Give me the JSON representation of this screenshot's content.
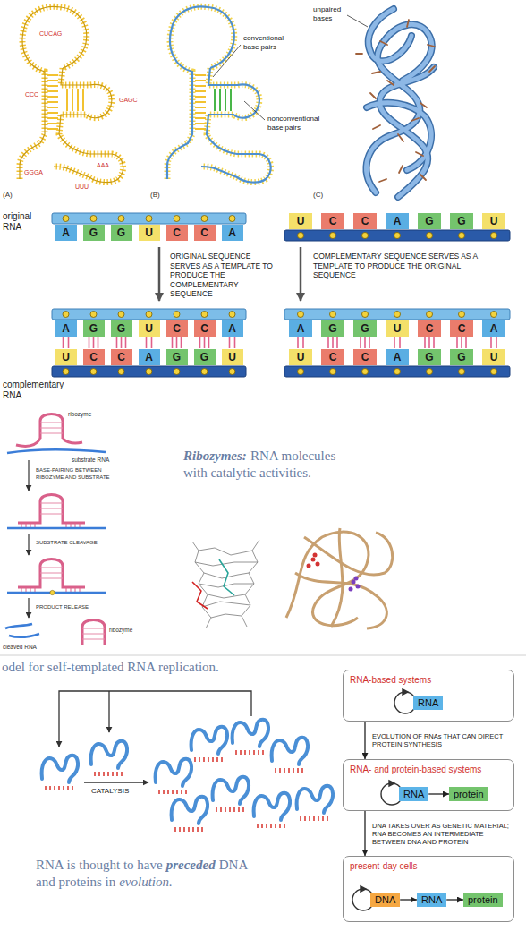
{
  "diagram": {
    "nodes": [
      {
        "text": [
          "RNA-based systems"
        ]
      },
      {
        "text": [
          "RNA"
        ],
        "in": 0
      },
      {
        "text": [
          "RNA- and protein-based systems"
        ]
      },
      {
        "text": [
          "RNA"
        ],
        "in": 2
      },
      {
        "text": [
          "protein"
        ],
        "in": 2
      },
      {
        "text": [
          "present-day cells"
        ]
      },
      {
        "text": [
          "DNA"
        ],
        "in": 5
      },
      {
        "text": [
          "RNA"
        ],
        "in": 5
      },
      {
        "text": [
          "protein"
        ],
        "in": 5
      }
    ],
    "edges": [
      {
        "from": 0,
        "to": 2,
        "arrow": "to",
        "label": "EVOLUTION OF RNAs THAT CAN DIRECT PROTEIN SYNTHESIS"
      },
      {
        "from": 2,
        "to": 5,
        "arrow": "to",
        "label": "DNA TAKES OVER AS GENETIC MATERIAL; RNA BECOMES AN INTERMEDIATE BETWEEN DNA AND PROTEIN"
      },
      {
        "from": 3,
        "to": 4,
        "arrow": "to"
      },
      {
        "from": 6,
        "to": 7,
        "arrow": "to"
      },
      {
        "from": 7,
        "to": 8,
        "arrow": "to"
      }
    ],
    "labels": [
      "(A)",
      "(B)",
      "(C)",
      "conventional base pairs",
      "nonconventional base pairs",
      "unpaired bases",
      "GGGA",
      "CCC",
      "UUU",
      "AAA",
      "CUCAG",
      "GAGC",
      "original RNA",
      "ORIGINAL SEQUENCE SERVES AS A TEMPLATE TO PRODUCE THE COMPLEMENTARY SEQUENCE",
      "COMPLEMENTARY SEQUENCE SERVES AS A TEMPLATE TO PRODUCE THE ORIGINAL SEQUENCE",
      "complementary RNA",
      "A",
      "G",
      "G",
      "U",
      "C",
      "C",
      "A",
      "U",
      "C",
      "C",
      "A",
      "G",
      "G",
      "U",
      "A",
      "G",
      "G",
      "U",
      "C",
      "C",
      "A",
      "U",
      "C",
      "C",
      "A",
      "G",
      "G",
      "U",
      "A",
      "G",
      "G",
      "U",
      "C",
      "C",
      "A",
      "U",
      "C",
      "C",
      "A",
      "G",
      "G",
      "U",
      "ribozyme",
      "substrate RNA",
      "BASE-PAIRING BETWEEN RIBOZYME AND SUBSTRATE",
      "SUBSTRATE CLEAVAGE",
      "PRODUCT RELEASE",
      "cleaved RNA",
      "ribozyme",
      "Ribozymes:",
      "RNA molecules with catalytic activities.",
      "odel for self-templated RNA replication.",
      "CATALYSIS",
      "RNA is thought to have",
      "preceded",
      "DNA and proteins in",
      "evolution."
    ]
  }
}
